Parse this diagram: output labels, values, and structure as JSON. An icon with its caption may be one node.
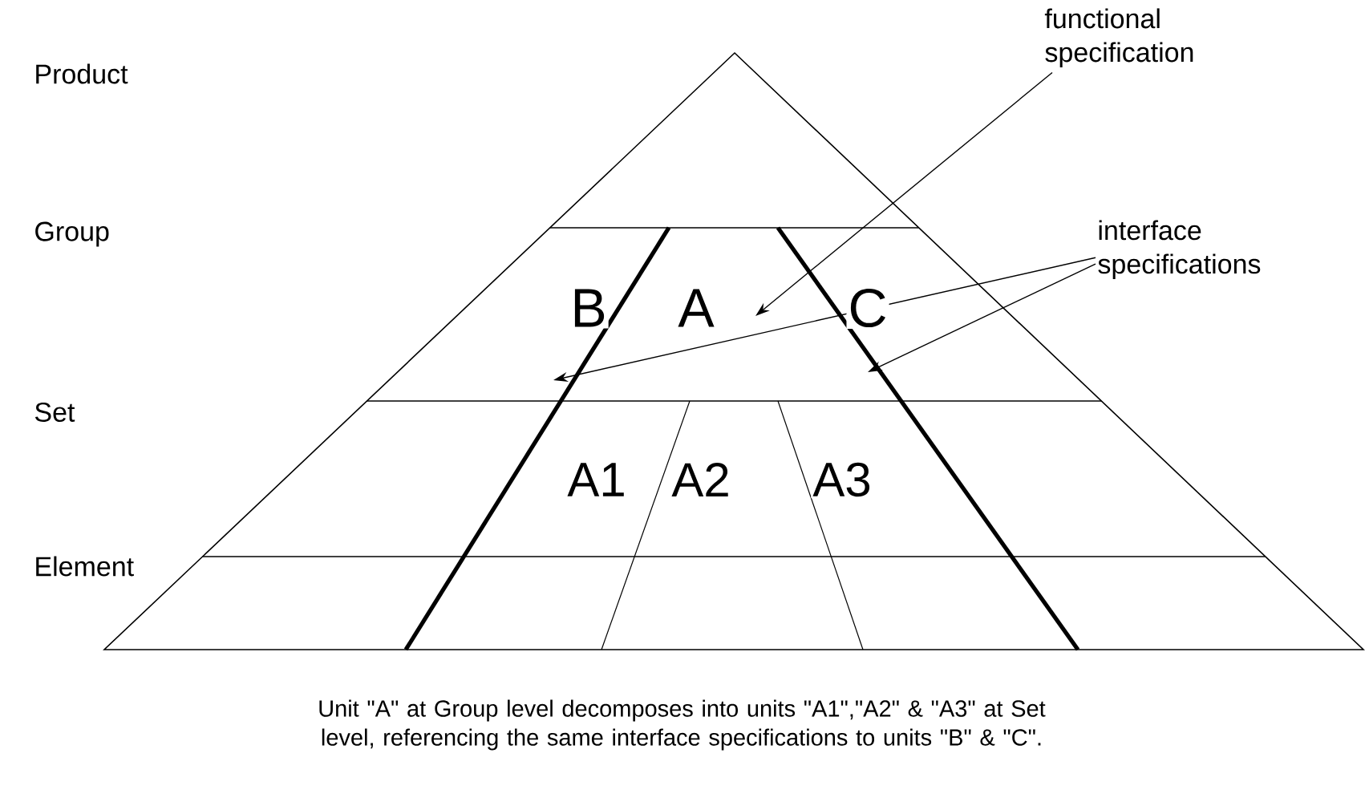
{
  "diagram": {
    "caption": "Unit \"A\" at Group level decomposes into units \"A1\",\"A2\" & \"A3\" at Set level, referencing the same interface specifications to units \"B\" & \"C\".",
    "nodes": [
      {
        "text": [
          "functional specification"
        ]
      },
      {
        "text": [
          "interface specifications"
        ]
      }
    ],
    "edges": [
      {
        "from": 0,
        "to": null,
        "arrow": "to"
      },
      {
        "from": 1,
        "to": null,
        "arrow": "to"
      },
      {
        "from": 1,
        "to": null,
        "arrow": "to"
      }
    ],
    "labels": [
      "Product",
      "Group",
      "Set",
      "Element",
      "B",
      "A",
      "C",
      "A1",
      "A2",
      "A3"
    ]
  }
}
